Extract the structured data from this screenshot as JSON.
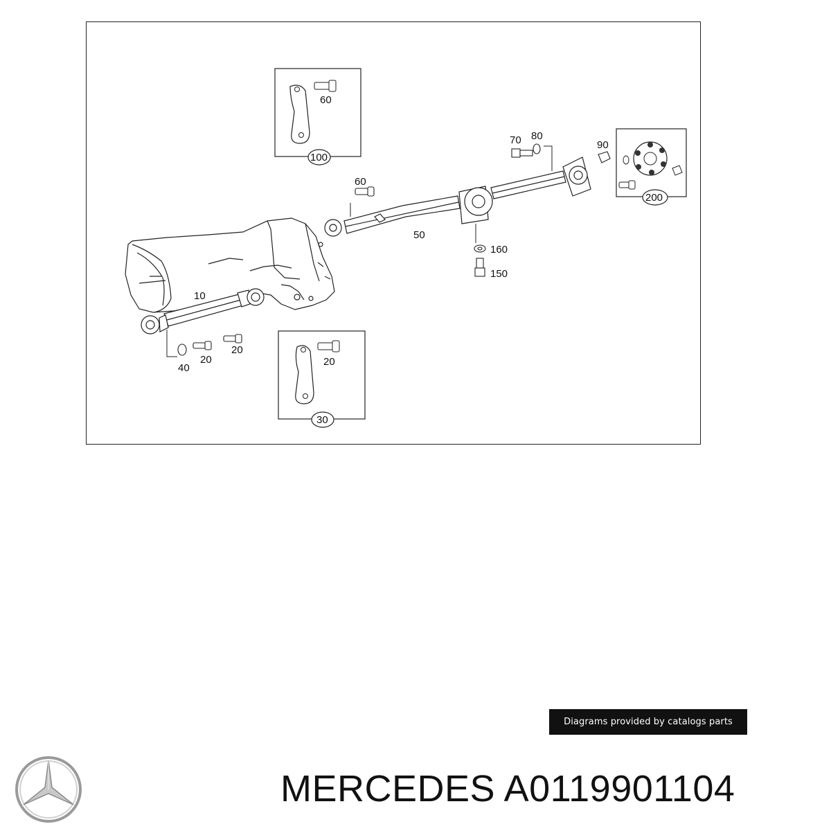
{
  "diagram": {
    "callouts": {
      "c10": "10",
      "c20a": "20",
      "c20b": "20",
      "c20c": "20",
      "c30": "30",
      "c40": "40",
      "c50": "50",
      "c60a": "60",
      "c60b": "60",
      "c70": "70",
      "c80": "80",
      "c90": "90",
      "c100": "100",
      "c150": "150",
      "c160": "160",
      "c200": "200"
    }
  },
  "credit": "Diagrams provided by catalogs parts",
  "footer": {
    "title": "MERCEDES A0119901104",
    "logo": "mercedes-star-logo"
  }
}
